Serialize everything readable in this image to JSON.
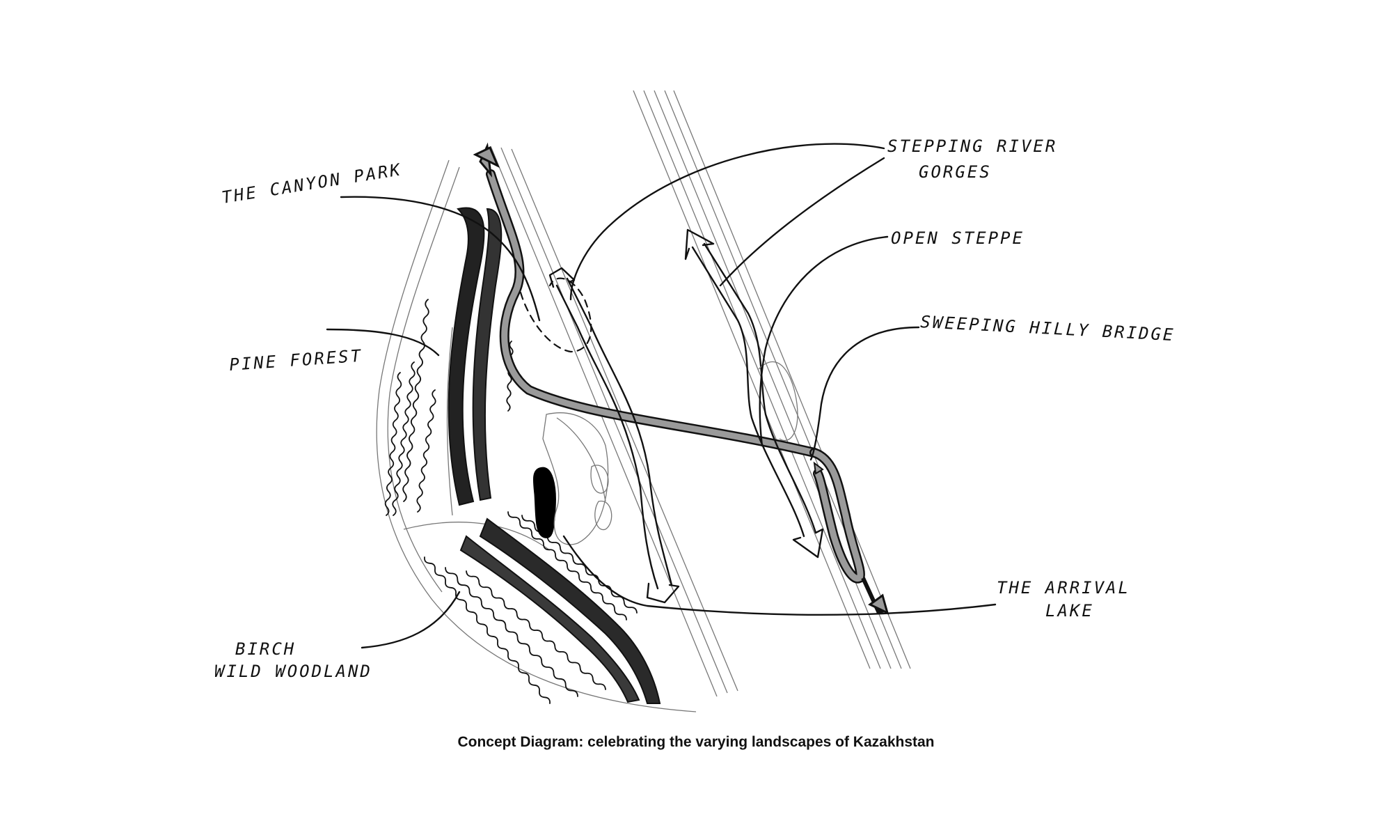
{
  "labels": {
    "canyon_park": "THE CANYON PARK",
    "pine_forest": "PINE FOREST",
    "birch_line1": "BIRCH",
    "birch_line2": "WILD WOODLAND",
    "river_line1": "STEPPING RIVER",
    "river_line2": "GORGES",
    "open_steppe": "OPEN STEPPE",
    "hilly_bridge": "SWEEPING HILLY BRIDGE",
    "lake_line1": "THE ARRIVAL",
    "lake_line2": "LAKE"
  },
  "caption": "Concept Diagram: celebrating the varying landscapes of Kazakhstan",
  "colors": {
    "ink": "#111111",
    "path_fill": "#9a9a9a",
    "background": "#ffffff"
  }
}
